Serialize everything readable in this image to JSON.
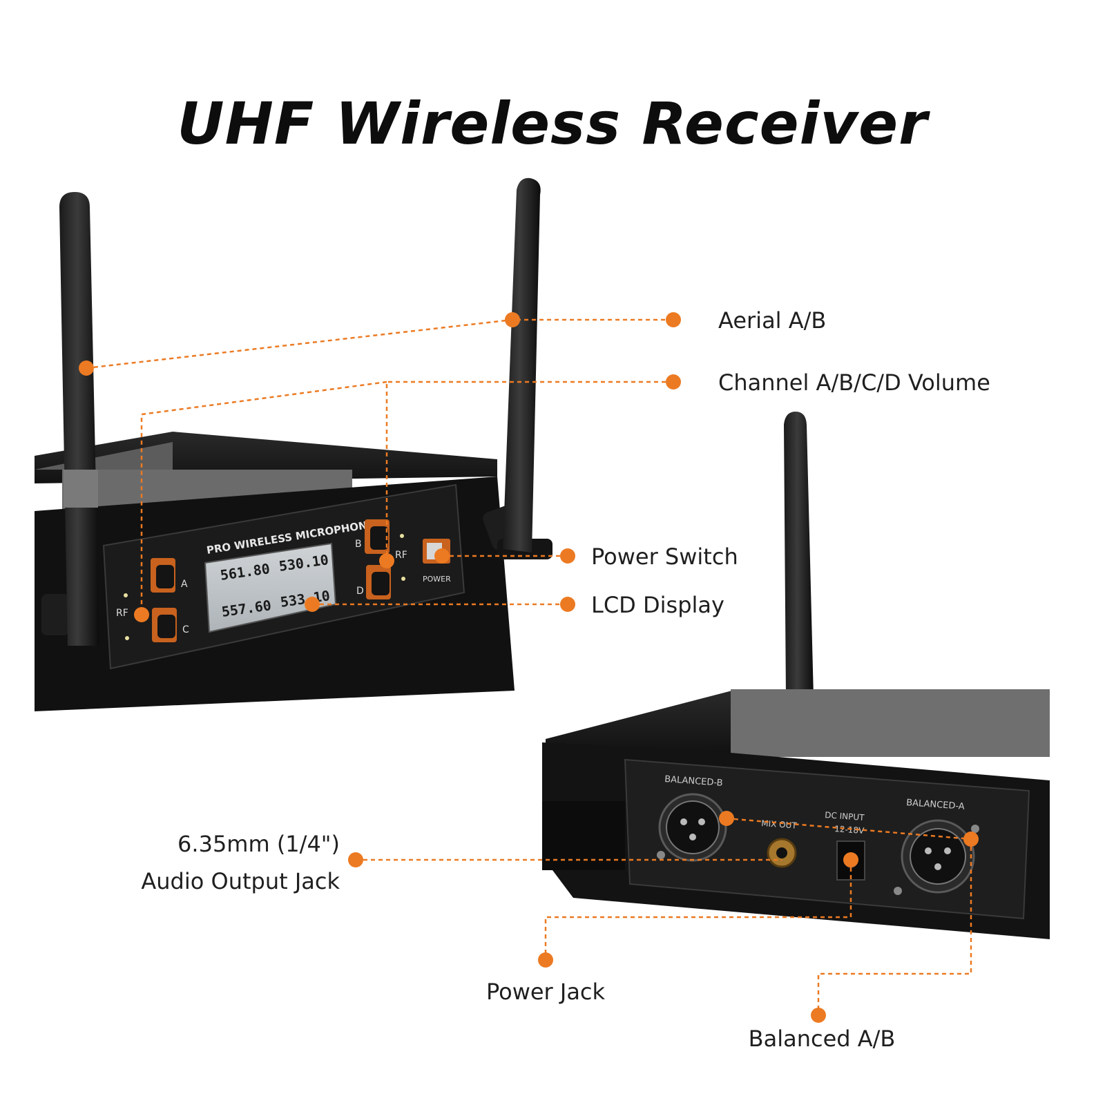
{
  "title": "UHF Wireless Receiver",
  "accent_color": "#ec7a22",
  "device_front": {
    "brand_text": "PRO WIRELESS MICROPHONE",
    "power_text": "POWER",
    "rf_text": "RF",
    "channel_letters": [
      "A",
      "B",
      "C",
      "D"
    ],
    "lcd_frequencies": [
      "561.80",
      "530.10",
      "557.60",
      "533.10"
    ]
  },
  "device_back": {
    "balanced_b_text": "BALANCED-B",
    "balanced_a_text": "BALANCED-A",
    "mix_out_text": "MIX OUT",
    "dc_input_text": "DC INPUT",
    "dc_voltage_text": "12-18V"
  },
  "callouts": {
    "aerial": "Aerial A/B",
    "channel_volume": "Channel A/B/C/D Volume",
    "power_switch": "Power Switch",
    "lcd_display": "LCD Display",
    "audio_jack_line1": "6.35mm (1/4\")",
    "audio_jack_line2": "Audio Output Jack",
    "power_jack": "Power Jack",
    "balanced": "Balanced A/B"
  }
}
